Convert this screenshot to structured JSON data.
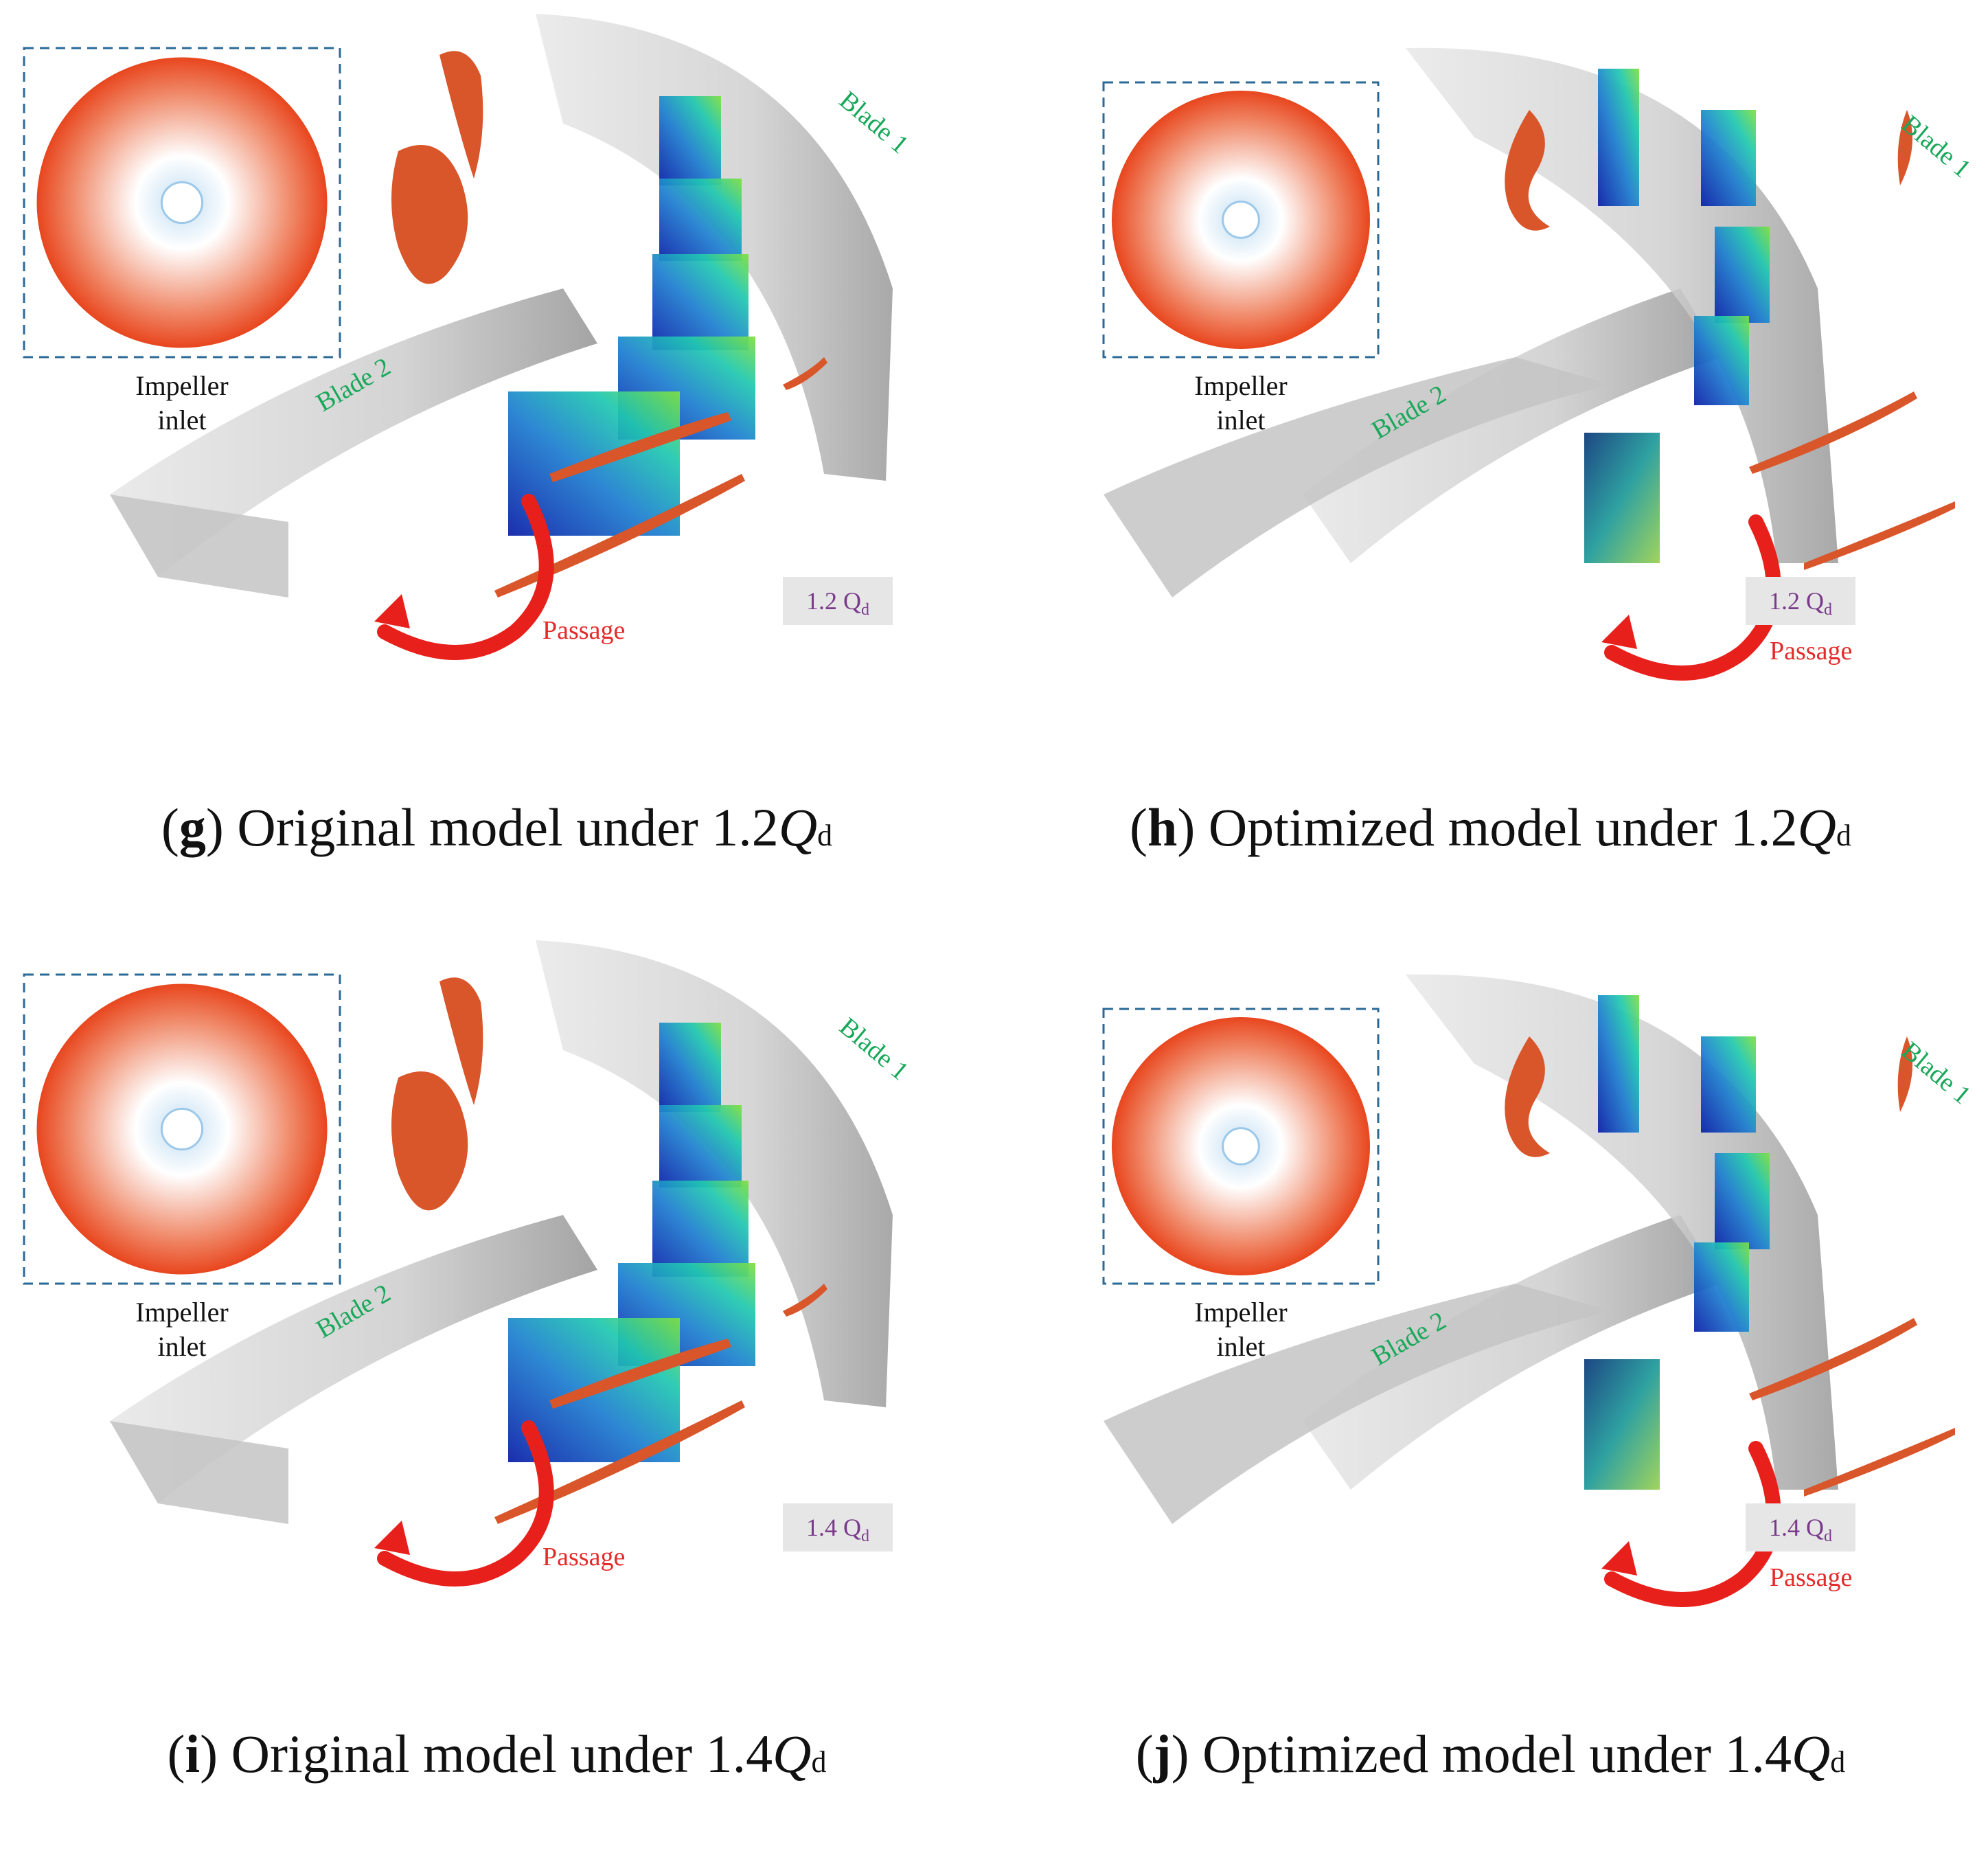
{
  "panels": [
    {
      "letter": "g",
      "title": " Original model under 1.2",
      "q": "Q",
      "sub": "d",
      "flow_label": "1.2 Q",
      "flow_sub": "d",
      "variant": "original"
    },
    {
      "letter": "h",
      "title": " Optimized model under 1.2",
      "q": "Q",
      "sub": "d",
      "flow_label": "1.2 Q",
      "flow_sub": "d",
      "variant": "optimized"
    },
    {
      "letter": "i",
      "title": " Original model under 1.4",
      "q": "Q",
      "sub": "d",
      "flow_label": "1.4 Q",
      "flow_sub": "d",
      "variant": "original"
    },
    {
      "letter": "j",
      "title": " Optimized model under 1.4",
      "q": "Q",
      "sub": "d",
      "flow_label": "1.4 Q",
      "flow_sub": "d",
      "variant": "optimized"
    }
  ],
  "labels": {
    "inlet_line1": "Impeller",
    "inlet_line2": "inlet",
    "blade1": "Blade 1",
    "blade2": "Blade 2",
    "passage": "Passage"
  },
  "colors": {
    "vortex": "#d9552a",
    "blade": "#cfcfcf",
    "blade_dark": "#9a9a9a",
    "arrow": "#e8201c",
    "label_green": "#19a85a",
    "label_red": "#e52a2a",
    "flow_badge_bg": "#e6e6e6",
    "flow_badge_text": "#7a3a8a",
    "inlet_outer": "#e8461e",
    "inlet_mid": "#ffffff",
    "inlet_core": "#b8d8f0",
    "dash_box": "#2b6a96"
  }
}
